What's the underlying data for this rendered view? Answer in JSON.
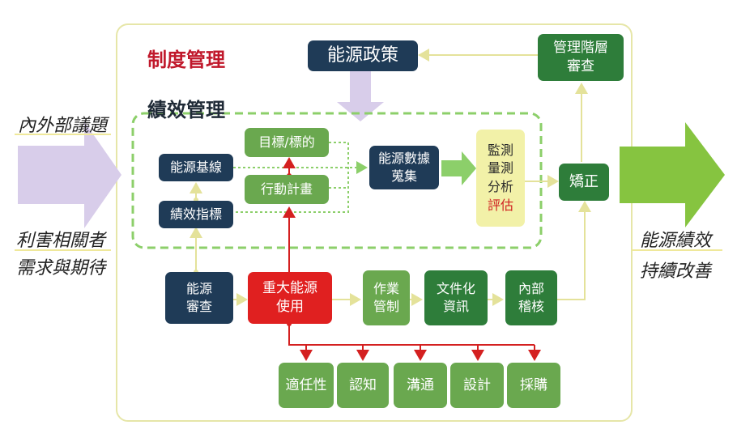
{
  "frame_title": "制度管理",
  "perf_title": "績效管理",
  "left_labels": {
    "top": "內外部議題",
    "bottom_1": "利害相關者",
    "bottom_2": "需求與期待"
  },
  "right_labels": {
    "line_1": "能源績效",
    "line_2": "持續改善"
  },
  "nodes": {
    "energy_policy": "能源政策",
    "mgmt_review_1": "管理階層",
    "mgmt_review_2": "審查",
    "baseline": "能源基線",
    "indicator": "績效指標",
    "target": "目標/標的",
    "action_plan": "行動計畫",
    "data_collect_1": "能源數據",
    "data_collect_2": "蒐集",
    "monitor_1": "監測",
    "monitor_2": "量測",
    "monitor_3": "分析",
    "monitor_4": "評估",
    "correct": "矯正",
    "audit_1": "能源",
    "audit_2": "審查",
    "seu_1": "重大能源",
    "seu_2": "使用",
    "ops_1": "作業",
    "ops_2": "管制",
    "doc_1": "文件化",
    "doc_2": "資訊",
    "internal_1": "內部",
    "internal_2": "稽核",
    "competence": "適任性",
    "awareness": "認知",
    "communication": "溝通",
    "design": "設計",
    "procurement": "採購"
  },
  "colors": {
    "navy": "#1f3b57",
    "light_green": "#6aa84f",
    "dark_green": "#2e7d3a",
    "red": "#e02020",
    "yellow": "#f2f1a8",
    "accent_title": "#c0182b",
    "lavender_arrow": "#d8cdea",
    "green_arrow": "#86c440",
    "frame_border": "#e6e6a8",
    "dashed_border": "#8ccf6a"
  }
}
